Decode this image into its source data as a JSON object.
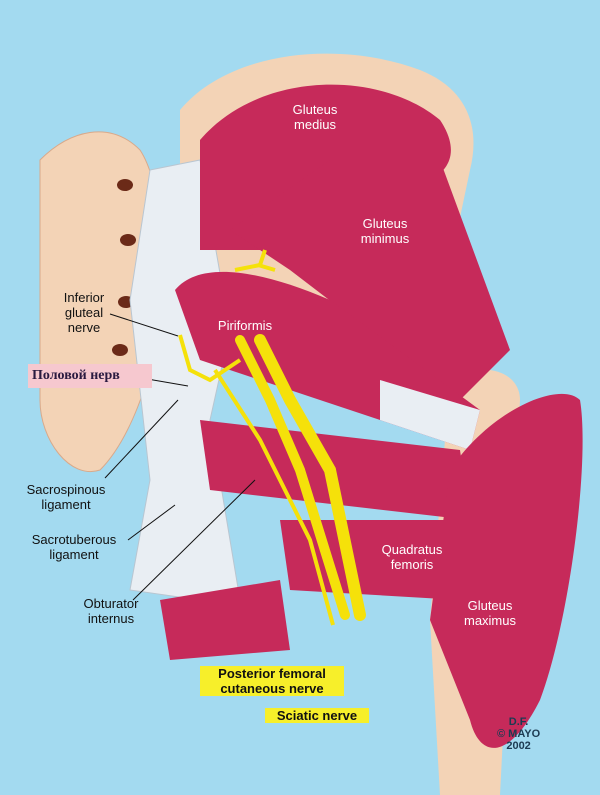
{
  "labels": {
    "gluteus_medius": "Gluteus medius",
    "gluteus_minimus": "Gluteus minimus",
    "piriformis": "Piriformis",
    "inferior_gluteal_nerve": "Inferior gluteal nerve",
    "pudendal_nerve_ru": "Половой нерв",
    "sacrospinous_ligament": "Sacrospinous ligament",
    "sacrotuberous_ligament": "Sacrotuberous ligament",
    "obturator_internus": "Obturator internus",
    "quadratus_femoris": "Quadratus femoris",
    "gluteus_maximus": "Gluteus maximus",
    "posterior_femoral_cutaneous_nerve": "Posterior femoral cutaneous nerve",
    "sciatic_nerve": "Sciatic nerve"
  },
  "signature": {
    "line1": "D.F.",
    "line2": "© MAYO",
    "line3": "2002"
  },
  "colors": {
    "background": "#a3daf0",
    "muscle": "#c62a5a",
    "bone": "#f3d3b6",
    "ligament": "#e9eef3",
    "nerve": "#f5e10a"
  }
}
